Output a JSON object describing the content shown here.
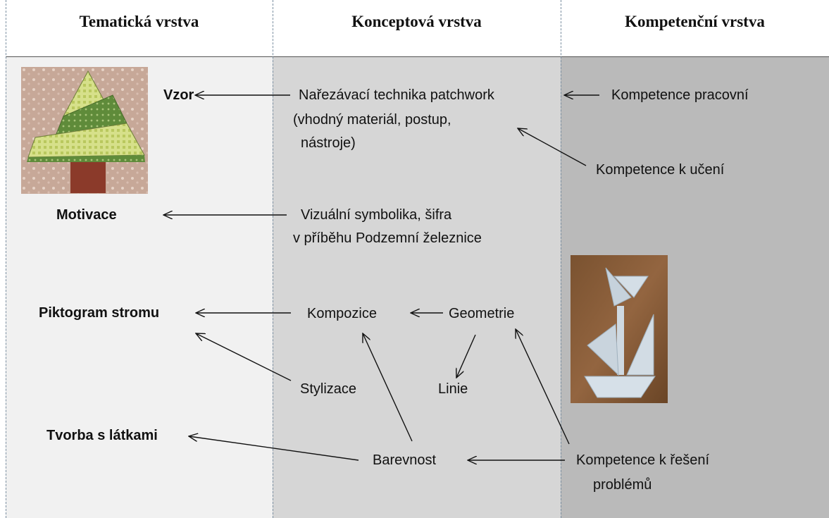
{
  "headers": {
    "thematic": "Tematická vrstva",
    "conceptual": "Konceptová vrstva",
    "competence": "Kompetenční vrstva"
  },
  "thematic": {
    "vzor": "Vzor",
    "motivace": "Motivace",
    "piktogram": "Piktogram stromu",
    "tvorba": "Tvorba s látkami"
  },
  "conceptual": {
    "technika_line1": "Nařezávací technika patchwork",
    "technika_line2": "(vhodný materiál, postup,",
    "technika_line3": "nástroje)",
    "symbolika_line1": "Vizuální symbolika, šifra",
    "symbolika_line2": "v příběhu Podzemní železnice",
    "kompozice": "Kompozice",
    "geometrie": "Geometrie",
    "stylizace": "Stylizace",
    "linie": "Linie",
    "barevnost": "Barevnost"
  },
  "competence": {
    "pracovni": "Kompetence pracovní",
    "uceni": "Kompetence k učení",
    "reseni_line1": "Kompetence k řešení",
    "reseni_line2": "problémů"
  },
  "images": {
    "tree_quilt": "patchwork-tree-photo",
    "paper_boat": "paper-tangram-boat-photo"
  }
}
